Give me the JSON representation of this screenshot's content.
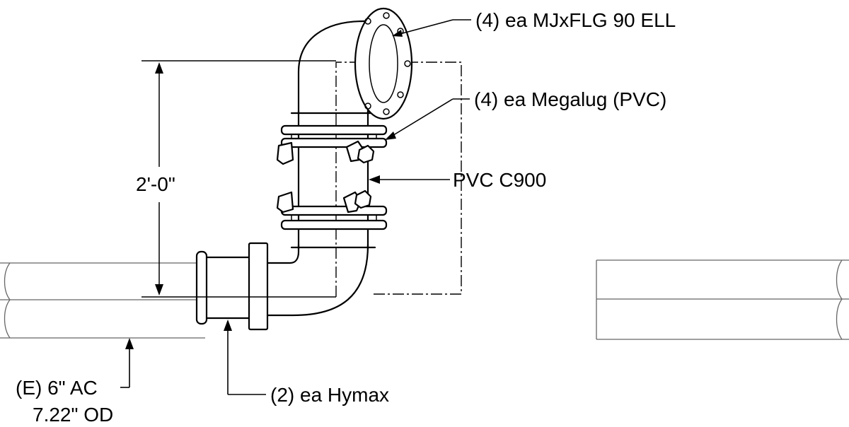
{
  "labels": {
    "elbow": "(4) ea MJxFLG 90 ELL",
    "megalug": "(4) ea Megalug (PVC)",
    "pvc": "PVC C900",
    "hymax": "(2) ea Hymax",
    "existing_pipe_line1": "(E) 6\" AC",
    "existing_pipe_line2": "7.22\" OD",
    "dimension": "2'-0\""
  }
}
